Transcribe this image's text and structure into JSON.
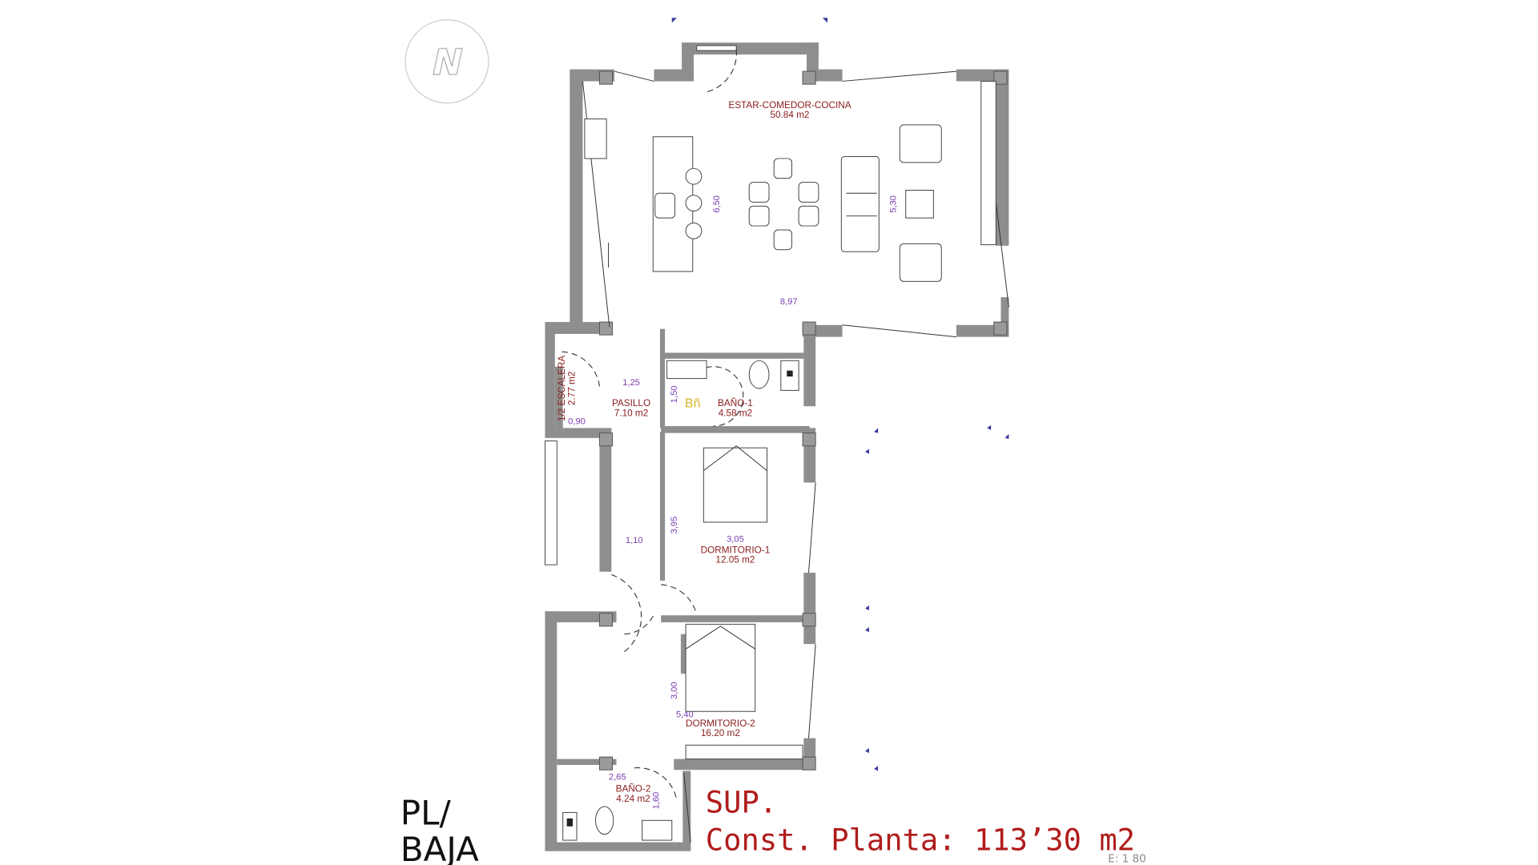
{
  "north_logo": {
    "letter": "N",
    "icon": "north-arrow-icon"
  },
  "rooms": {
    "living": {
      "name": "ESTAR-COMEDOR-COCINA",
      "area": "50.84 m2"
    },
    "escalera": {
      "name": "1/2 ESCALERA",
      "area": "2.77 m2"
    },
    "pasillo": {
      "name": "PASILLO",
      "area": "7.10 m2"
    },
    "bano1": {
      "name": "BAÑO-1",
      "area": "4.58 m2",
      "symbol": "Bñ"
    },
    "dorm1": {
      "name": "DORMITORIO-1",
      "area": "12.05 m2"
    },
    "dorm2": {
      "name": "DORMITORIO-2",
      "area": "16.20 m2"
    },
    "bano2": {
      "name": "BAÑO-2",
      "area": "4.24 m2"
    }
  },
  "dimensions": {
    "living_depth": "6,50",
    "living_width": "8,97",
    "living_lounge": "5,30",
    "pasillo_w": "1,25",
    "bano1_w": "1,50",
    "escalera_w": "0,90",
    "pasillo_lower": "1,10",
    "dorm1_depth": "3,95",
    "dorm1_w": "3,05",
    "dorm2_depth": "3,00",
    "dorm2_w": "5,40",
    "bano2_w": "2,65",
    "bano2_depth": "1,60"
  },
  "plan_label": {
    "line1": "PL/",
    "line2": "BAJA"
  },
  "surface": {
    "line1": "SUP.",
    "line2": "Const. Planta: 113’30 m2"
  },
  "scale": "E: 1 80",
  "colors": {
    "walls": "#8e8e8e",
    "room_labels": "#8b1c1c",
    "dimensions": "#7a3db0",
    "surface_text": "#b01c1c"
  }
}
